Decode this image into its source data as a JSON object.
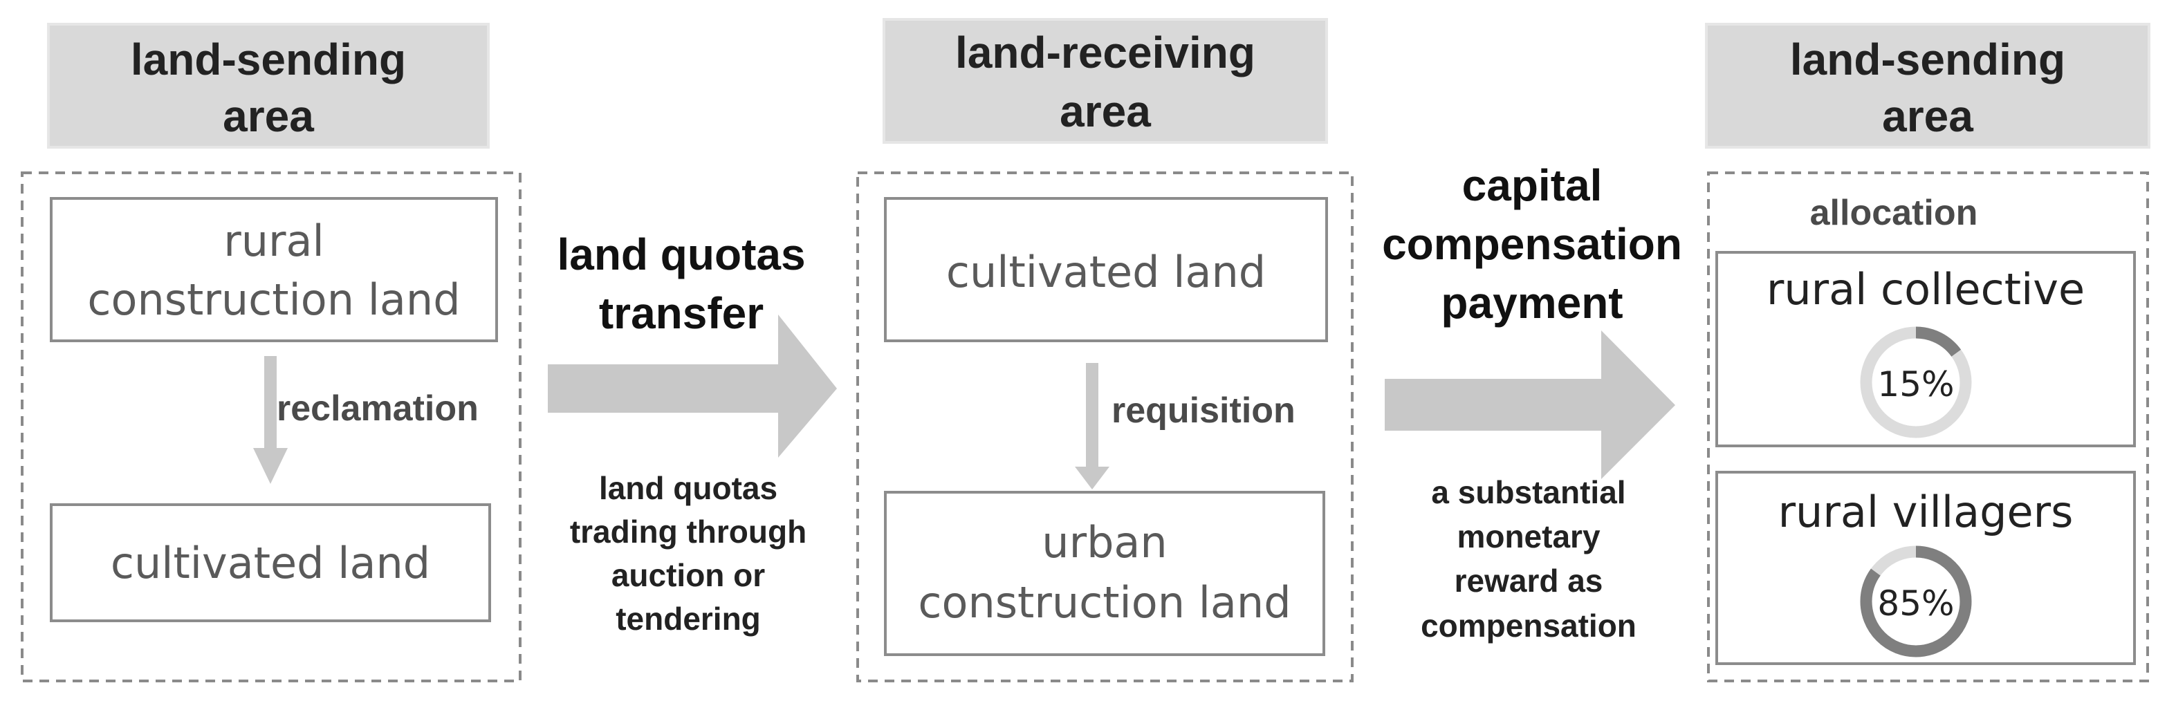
{
  "columns": {
    "left": {
      "header": [
        "land-sending",
        "area"
      ],
      "top_box": [
        "rural",
        "construction land"
      ],
      "process": "reclamation",
      "bottom_box": "cultivated land"
    },
    "middle": {
      "header": [
        "land-receiving",
        "area"
      ],
      "top_box": "cultivated land",
      "process": "requisition",
      "bottom_box": [
        "urban",
        "construction land"
      ]
    },
    "right": {
      "header": [
        "land-sending",
        "area"
      ],
      "allocation_label": "allocation",
      "recipients": [
        {
          "label": "rural collective",
          "percent_text": "15%",
          "share": 0.15
        },
        {
          "label": "rural villagers",
          "percent_text": "85%",
          "share": 0.85
        }
      ]
    }
  },
  "flows": {
    "quota_transfer": {
      "title": [
        "land quotas",
        "transfer"
      ],
      "description": [
        "land quotas",
        "trading through",
        "auction or",
        "tendering"
      ]
    },
    "compensation": {
      "title": [
        "capital",
        "compensation",
        "payment"
      ],
      "description": [
        "a substantial",
        "monetary",
        "reward as",
        "compensation"
      ]
    }
  },
  "colors": {
    "header_fill": "#d9d9d9",
    "arrow_fill": "#c8c8c8",
    "donut_track": "#dcdcdc",
    "donut_value": "#7f7f7f"
  }
}
